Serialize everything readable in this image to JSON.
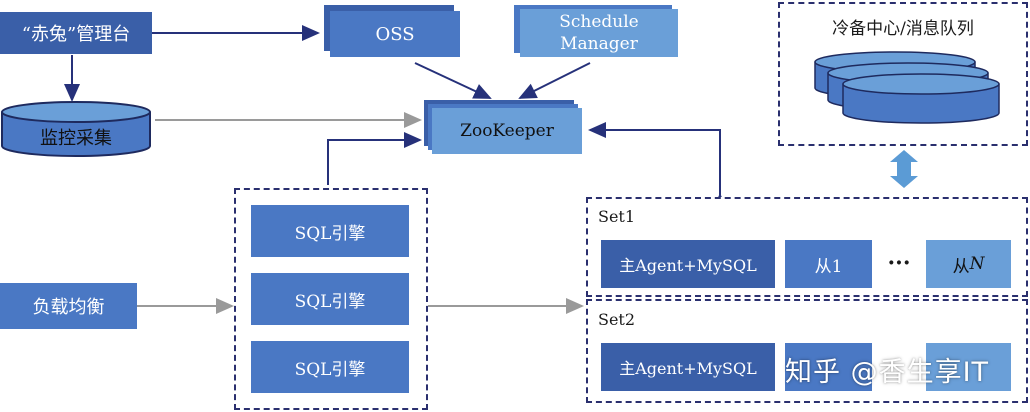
{
  "nodes": {
    "console": "“赤兔”管理台",
    "oss": "OSS",
    "schedule_manager_line1": "Schedule",
    "schedule_manager_line2": "Manager",
    "monitor": "监控采集",
    "zookeeper": "ZooKeeper",
    "load_balancer": "负载均衡",
    "sql_engine_1": "SQL引擎",
    "sql_engine_2": "SQL引擎",
    "sql_engine_3": "SQL引擎",
    "cold_backup_title": "冷备中心/消息队列"
  },
  "set1": {
    "title": "Set1",
    "master": "主Agent+MySQL",
    "slave1": "从1",
    "ellipsis": "···",
    "slaveN_prefix": "从",
    "slaveN_suffix": "N"
  },
  "set2": {
    "title": "Set2",
    "master": "主Agent+MySQL"
  },
  "watermark": "知乎 @香生享IT",
  "colors": {
    "dark_box": "#3a5fa8",
    "mid_box": "#4a78c4",
    "light_box": "#6a9fd8",
    "dashed_border": "#2a2f6e",
    "arrow_navy": "#26317a",
    "arrow_gray": "#9a9a9a",
    "bidir_arrow": "#5b9bd5"
  }
}
